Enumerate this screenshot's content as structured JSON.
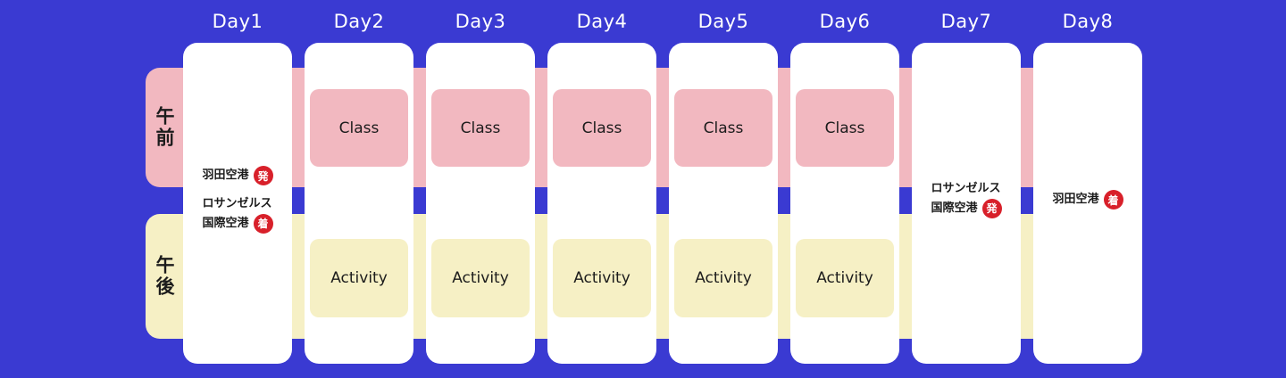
{
  "colors": {
    "bg": "#3a3ad2",
    "pink": "#f2b8c0",
    "yellow": "#f6f0c5",
    "red": "#d8202a",
    "text": "#1c1c1c",
    "header_text": "#ffffff"
  },
  "rows": {
    "am": "午前",
    "pm": "午後"
  },
  "days": [
    {
      "label": "Day1",
      "events": [
        {
          "lines": [
            "羽田空港"
          ],
          "badge": "発"
        },
        {
          "lines": [
            "ロサンゼルス",
            "国際空港"
          ],
          "badge": "着"
        }
      ]
    },
    {
      "label": "Day2",
      "am": "Class",
      "pm": "Activity"
    },
    {
      "label": "Day3",
      "am": "Class",
      "pm": "Activity"
    },
    {
      "label": "Day4",
      "am": "Class",
      "pm": "Activity"
    },
    {
      "label": "Day5",
      "am": "Class",
      "pm": "Activity"
    },
    {
      "label": "Day6",
      "am": "Class",
      "pm": "Activity"
    },
    {
      "label": "Day7",
      "events": [
        {
          "lines": [
            "ロサンゼルス",
            "国際空港"
          ],
          "badge": "発"
        }
      ]
    },
    {
      "label": "Day8",
      "events": [
        {
          "lines": [
            "羽田空港"
          ],
          "badge": "着"
        }
      ]
    }
  ]
}
